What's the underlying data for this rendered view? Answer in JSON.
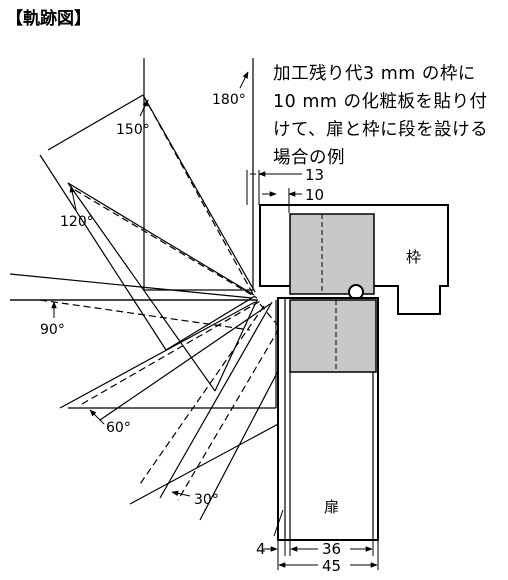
{
  "title": "【軌跡図】",
  "description_lines": [
    "加工残り代3 mm の枠に",
    "10 mm の化粧板を貼り付",
    "けて、扉と枠に段を設ける",
    "場合の例"
  ],
  "angle_labels": [
    "180°",
    "150°",
    "120°",
    "90°",
    "60°",
    "30°"
  ],
  "dimensions": {
    "d13": "13",
    "d10": "10",
    "d4": "4",
    "d36": "36",
    "d45": "45"
  },
  "part_labels": {
    "frame": "枠",
    "door": "扉"
  },
  "colors": {
    "panel_fill": "#c8c8c8",
    "line": "#000000",
    "background": "#ffffff"
  }
}
